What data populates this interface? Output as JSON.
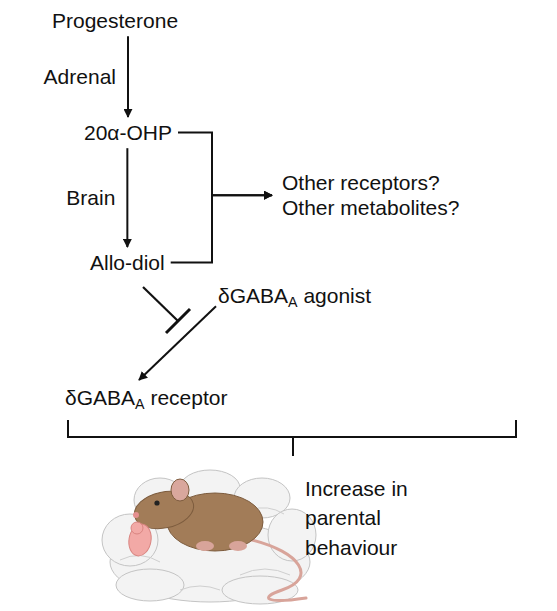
{
  "diagram": {
    "nodes": [
      {
        "text": [
          "Progesterone"
        ]
      },
      {
        "text": [
          "20α-OHP"
        ]
      },
      {
        "text": [
          "Other receptors? Other metabolites?"
        ]
      },
      {
        "text": [
          "Allo-diol"
        ]
      },
      {
        "text": [
          "δGABAA agonist"
        ]
      },
      {
        "text": [
          "δGABAA receptor"
        ]
      },
      {
        "text": [
          "Increase in parental behaviour"
        ]
      }
    ],
    "edges": [
      {
        "from": 0,
        "to": 1,
        "label": "Adrenal",
        "arrow": "to"
      },
      {
        "from": 1,
        "to": 3,
        "label": "Brain",
        "arrow": "to"
      },
      {
        "from": 1,
        "to": 2,
        "arrow": "to"
      },
      {
        "from": 3,
        "to": 2,
        "arrow": "to"
      },
      {
        "from": 4,
        "to": 5,
        "arrow": "to"
      }
    ]
  }
}
